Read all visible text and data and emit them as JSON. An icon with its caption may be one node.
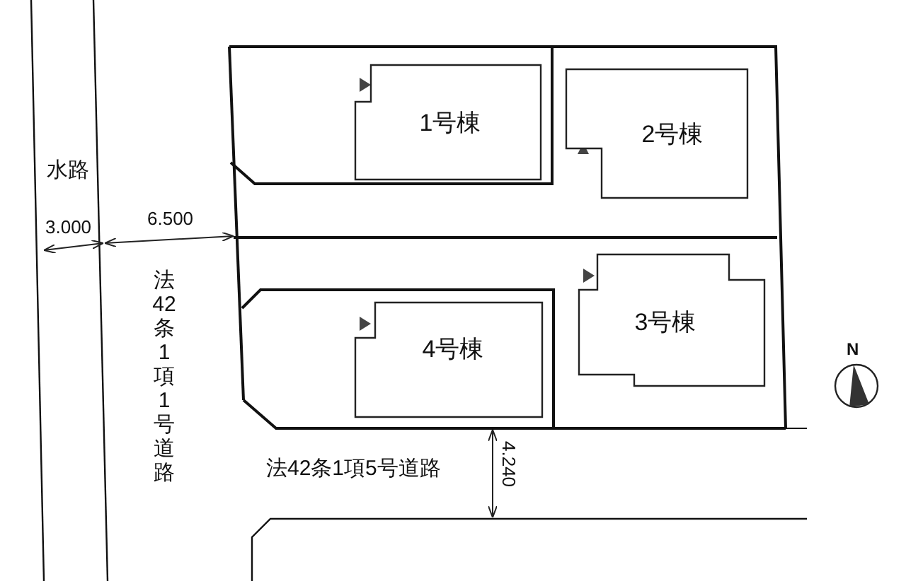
{
  "diagram": {
    "nodes": [
      {
        "text": [
          "1号棟"
        ]
      },
      {
        "text": [
          "2号棟"
        ]
      },
      {
        "text": [
          "3号棟"
        ]
      },
      {
        "text": [
          "4号棟"
        ]
      }
    ],
    "labels": [
      "水路",
      "3.000",
      "6.500",
      "法42条1項1号道路",
      "法42条1項5号道路",
      "4.240",
      "N"
    ]
  }
}
